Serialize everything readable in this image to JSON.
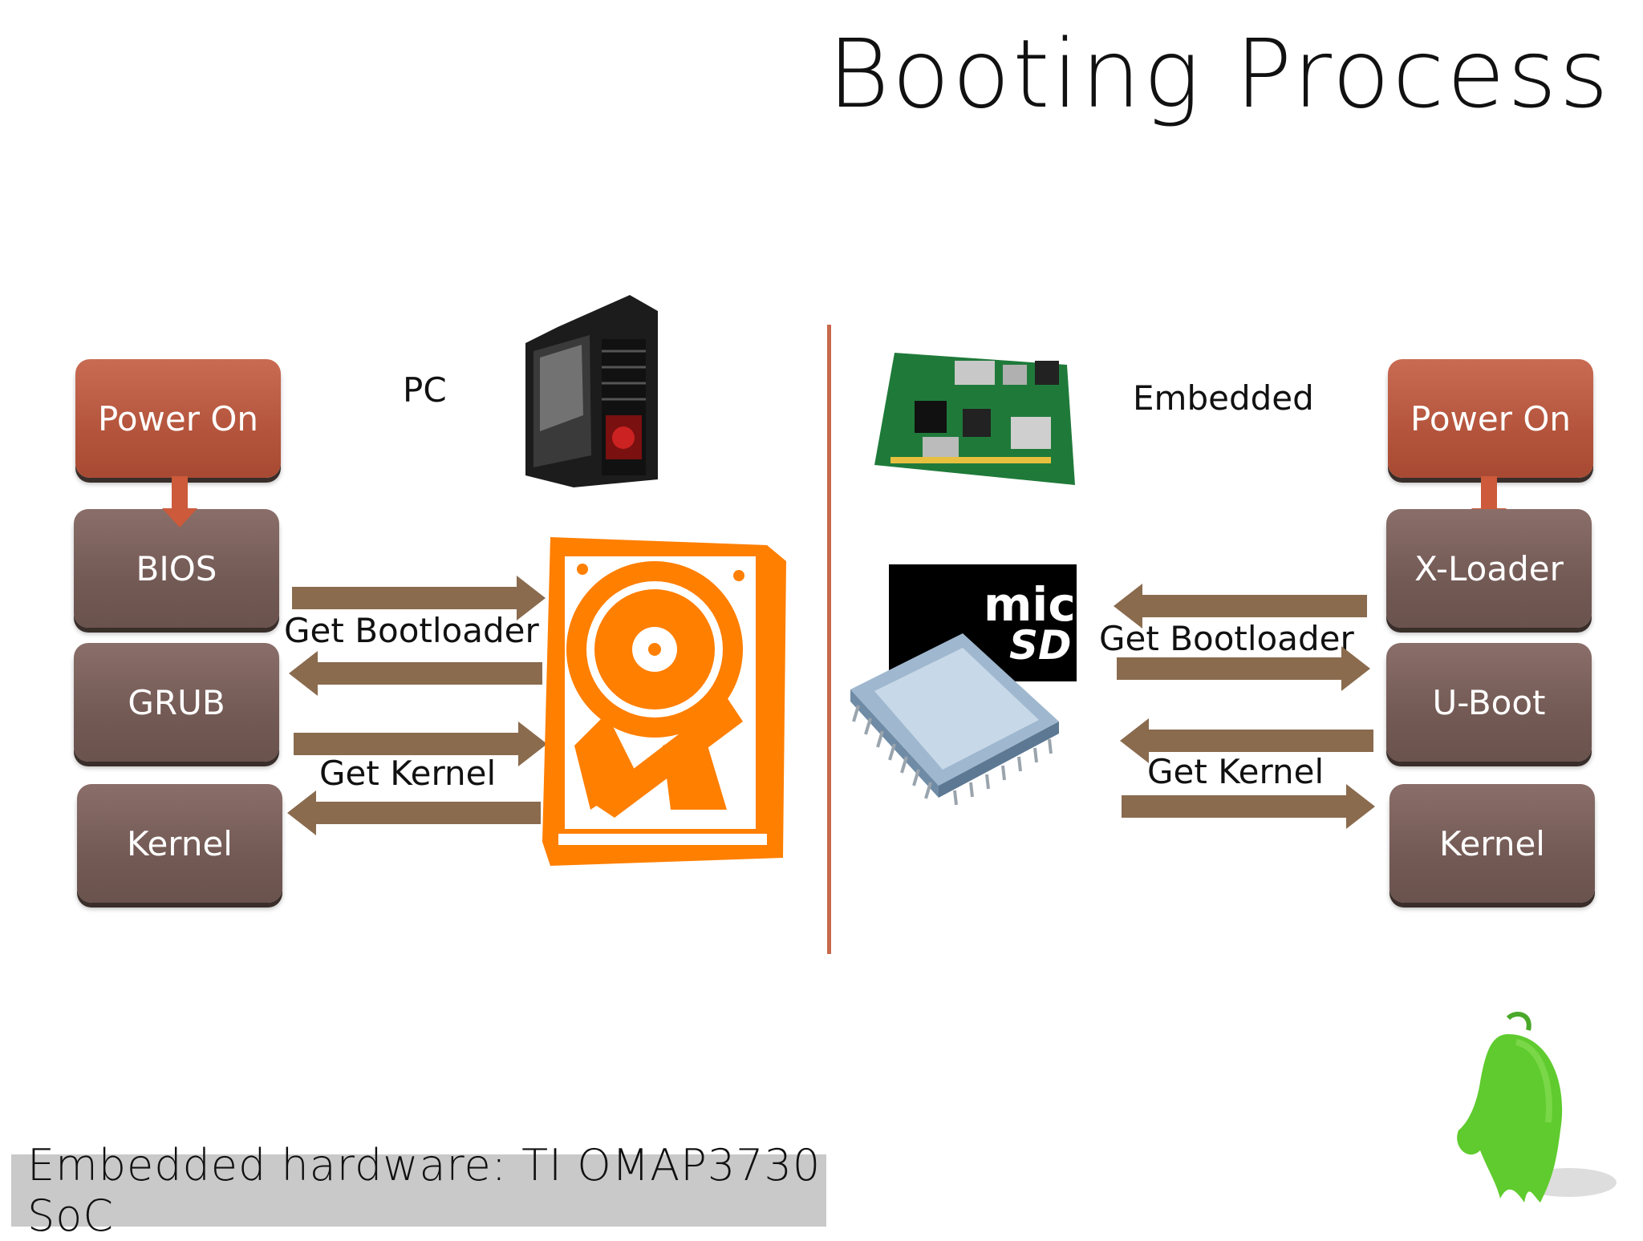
{
  "title": "Booting Process",
  "pc": {
    "label": "PC",
    "boxes": [
      "Power On",
      "BIOS",
      "GRUB",
      "Kernel"
    ],
    "arrow_labels": [
      "Get Bootloader",
      "Get Kernel"
    ]
  },
  "embedded": {
    "label": "Embedded",
    "boxes": [
      "Power On",
      "X-Loader",
      "U-Boot",
      "Kernel"
    ],
    "arrow_labels": [
      "Get Bootloader",
      "Get Kernel"
    ]
  },
  "caption": "Embedded hardware: TI OMAP3730 SoC",
  "colors": {
    "power_box": "#b4543c",
    "step_box": "#735a55",
    "arrow": "#8a6b4e",
    "divider": "#c8694d",
    "hdd": "#ff7f00",
    "mascot": "#5fcb2e"
  }
}
